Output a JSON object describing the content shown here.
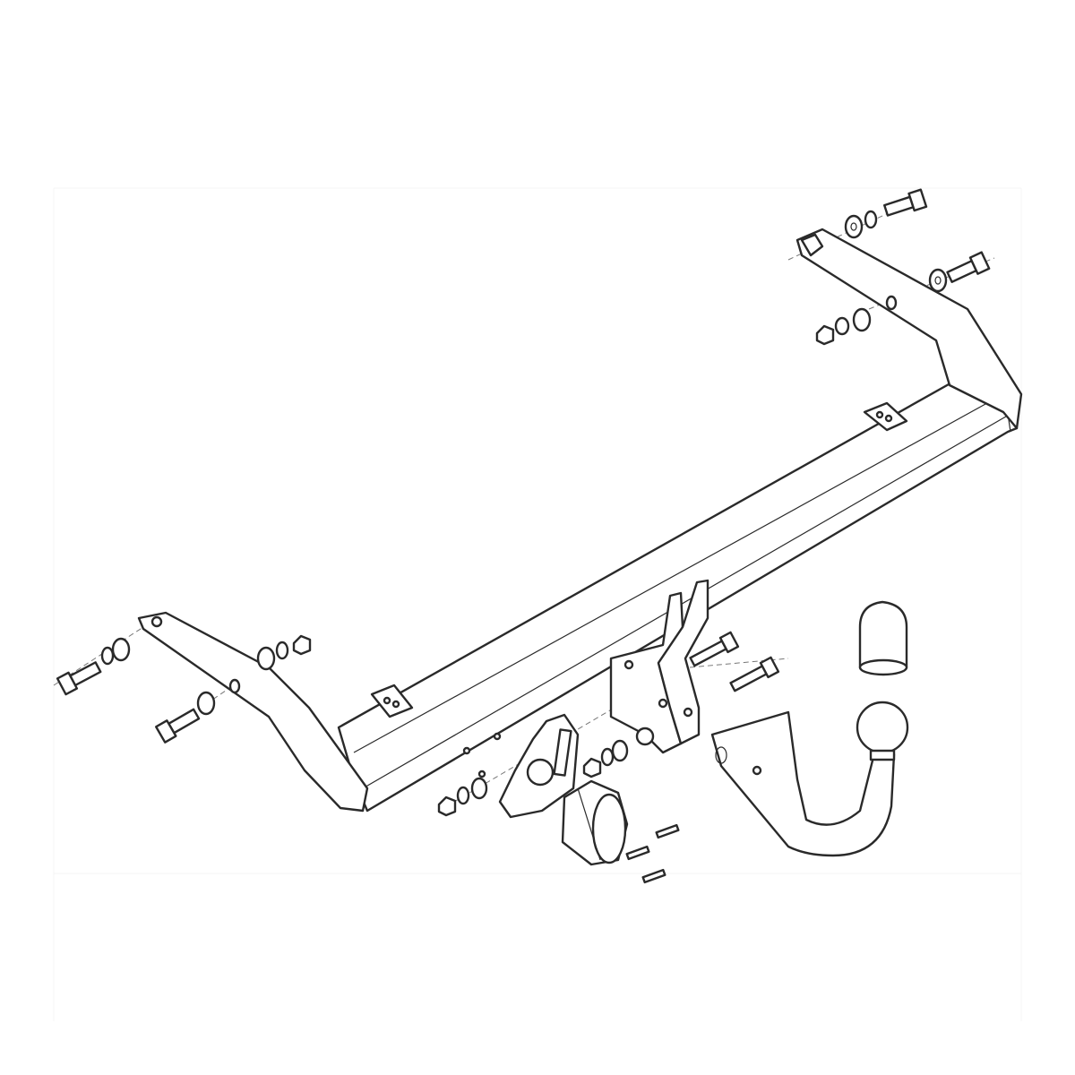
{
  "diagram": {
    "subject": "tow-bar-exploded-assembly",
    "colors": {
      "line": "#2a2a2a",
      "background": "#ffffff"
    },
    "components": [
      "main-crossbar",
      "left-mounting-bracket",
      "right-mounting-bracket",
      "center-hanger-brackets",
      "socket-plate",
      "electrical-socket",
      "ball-neck",
      "ball-cap",
      "bolts",
      "washers",
      "nuts"
    ]
  }
}
